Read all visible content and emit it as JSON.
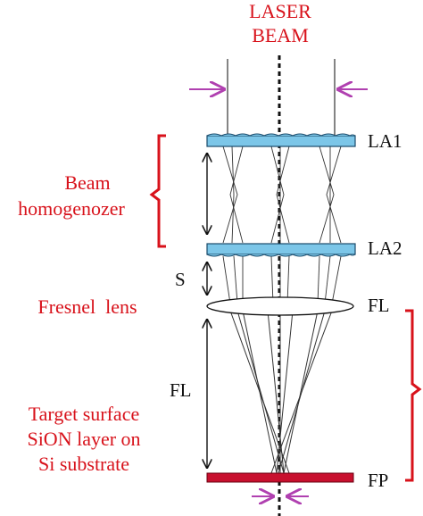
{
  "title": {
    "line1": "LASER",
    "line2": "BEAM"
  },
  "elements": {
    "la1": "LA1",
    "la2": "LA2",
    "fl": "FL",
    "fp": "FP"
  },
  "dimensions": {
    "s": "S",
    "fl": "FL"
  },
  "groups": {
    "homogenizer": {
      "line1": "Beam",
      "line2": "homogenozer"
    },
    "fresnel": "Fresnel  lens",
    "target": {
      "line1": "Target surface",
      "line2": "SiON layer on",
      "line3": "Si substrate"
    }
  },
  "colors": {
    "label_red": "#d8121b",
    "lens_array": "#7cc6e8",
    "target_plate": "#c8102e",
    "arrow_purple": "#b040b0"
  }
}
